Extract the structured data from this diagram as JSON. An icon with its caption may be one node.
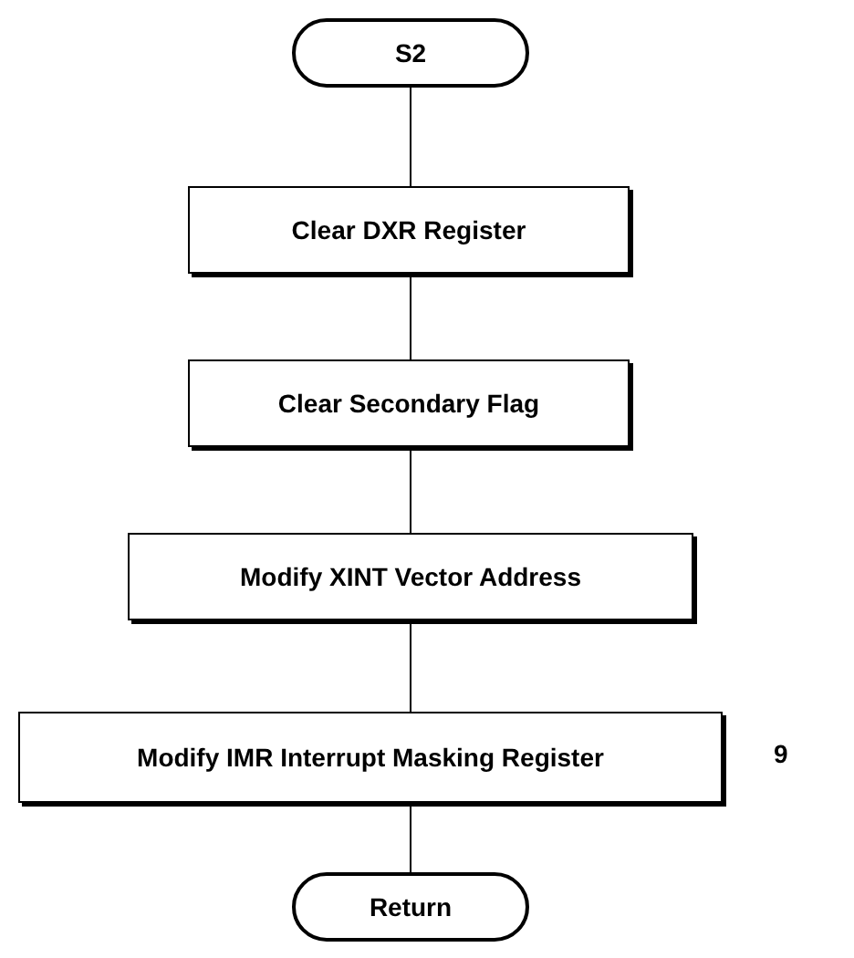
{
  "diagram": {
    "nodes": [
      {
        "text": [
          "S2"
        ]
      },
      {
        "text": [
          "Clear DXR Register"
        ]
      },
      {
        "text": [
          "Clear Secondary Flag"
        ]
      },
      {
        "text": [
          "Modify XINT Vector Address"
        ]
      },
      {
        "text": [
          "Modify IMR Interrupt Masking Register"
        ]
      },
      {
        "text": [
          "Return"
        ]
      }
    ],
    "edges": [
      {
        "from": 0,
        "to": 1,
        "arrow": "none"
      },
      {
        "from": 1,
        "to": 2,
        "arrow": "none"
      },
      {
        "from": 2,
        "to": 3,
        "arrow": "none"
      },
      {
        "from": 3,
        "to": 4,
        "arrow": "none"
      },
      {
        "from": 4,
        "to": 5,
        "arrow": "none"
      }
    ],
    "labels": [
      "9"
    ]
  }
}
